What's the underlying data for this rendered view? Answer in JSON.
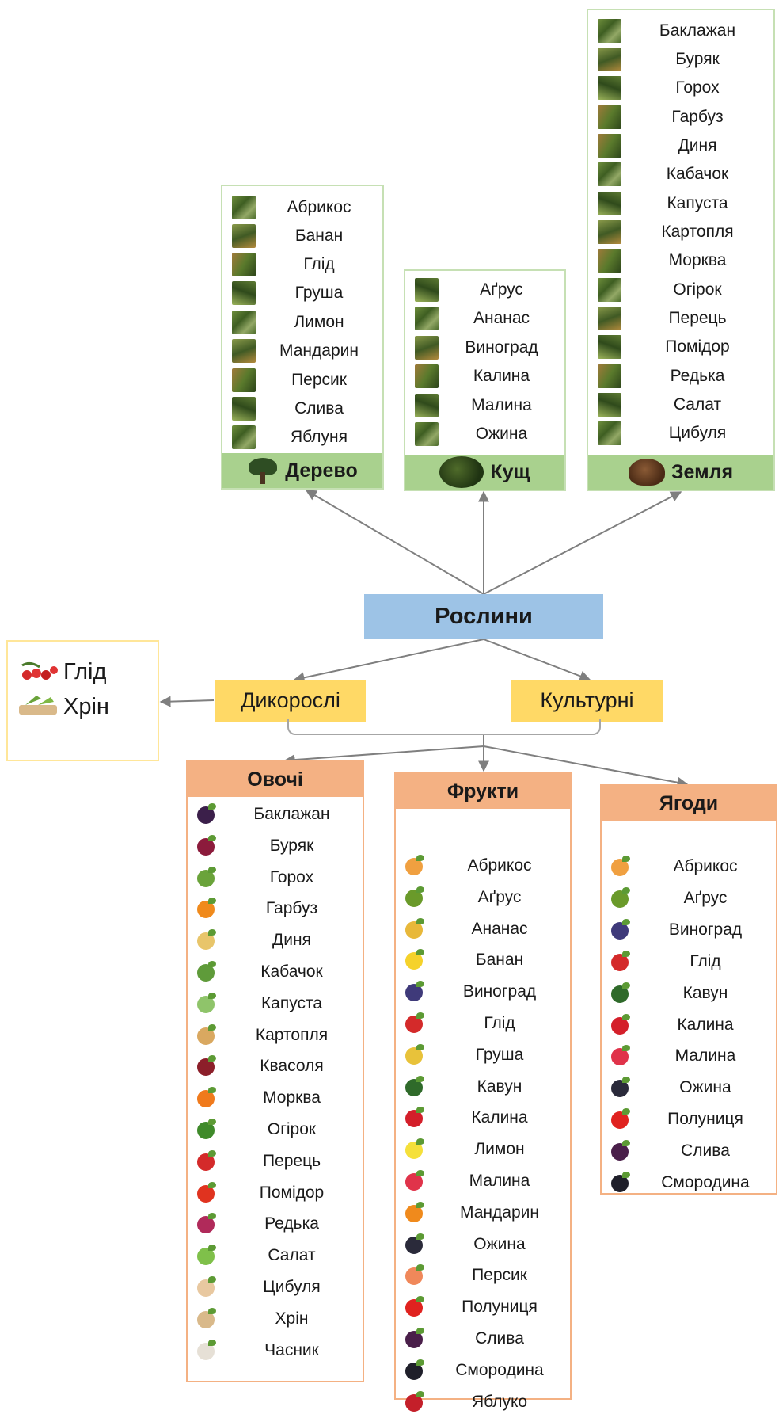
{
  "root": "Рослини",
  "growth": [
    {
      "title": "Дерево",
      "icon": "tree-icon",
      "items": [
        "Абрикос",
        "Банан",
        "Глід",
        "Груша",
        "Лимон",
        "Мандарин",
        "Персик",
        "Слива",
        "Яблуня"
      ]
    },
    {
      "title": "Кущ",
      "icon": "bush-icon",
      "items": [
        "Аґрус",
        "Ананас",
        "Виноград",
        "Калина",
        "Малина",
        "Ожина"
      ]
    },
    {
      "title": "Земля",
      "icon": "soil-icon",
      "items": [
        "Баклажан",
        "Буряк",
        "Горох",
        "Гарбуз",
        "Диня",
        "Кабачок",
        "Капуста",
        "Картопля",
        "Морква",
        "Огірок",
        "Перець",
        "Помідор",
        "Редька",
        "Салат",
        "Цибуля"
      ]
    }
  ],
  "wild": {
    "title": "Дикорослі",
    "items": [
      "Глід",
      "Хрін"
    ]
  },
  "cultivated": {
    "title": "Культурні"
  },
  "categories": [
    {
      "title": "Овочі",
      "items": [
        "Баклажан",
        "Буряк",
        "Горох",
        "Гарбуз",
        "Диня",
        "Кабачок",
        "Капуста",
        "Картопля",
        "Квасоля",
        "Морква",
        "Огірок",
        "Перець",
        "Помідор",
        "Редька",
        "Салат",
        "Цибуля",
        "Хрін",
        "Часник"
      ]
    },
    {
      "title": "Фрукти",
      "items": [
        "Абрикос",
        "Аґрус",
        "Ананас",
        "Банан",
        "Виноград",
        "Глід",
        "Груша",
        "Кавун",
        "Калина",
        "Лимон",
        "Малина",
        "Мандарин",
        "Ожина",
        "Персик",
        "Полуниця",
        "Слива",
        "Смородина",
        "Яблуко"
      ]
    },
    {
      "title": "Ягоди",
      "items": [
        "Абрикос",
        "Аґрус",
        "Виноград",
        "Глід",
        "Кавун",
        "Калина",
        "Малина",
        "Ожина",
        "Полуниця",
        "Слива",
        "Смородина"
      ]
    }
  ],
  "colors": {
    "growth_border": "#c6e0b4",
    "growth_footer": "#a9d18e",
    "root": "#9dc3e6",
    "branch": "#ffd966",
    "category_header": "#f4b183",
    "arrow": "#7f7f7f"
  },
  "icons": {
    "veg": [
      "eggplant-icon",
      "beet-icon",
      "pea-icon",
      "pumpkin-icon",
      "melon-icon",
      "zucchini-icon",
      "cabbage-icon",
      "potato-icon",
      "bean-icon",
      "carrot-icon",
      "cucumber-icon",
      "pepper-icon",
      "tomato-icon",
      "radish-icon",
      "lettuce-icon",
      "onion-icon",
      "horseradish-icon",
      "garlic-icon"
    ],
    "fruit": [
      "apricot-icon",
      "gooseberry-icon",
      "pineapple-icon",
      "banana-icon",
      "grape-icon",
      "hawthorn-icon",
      "pear-icon",
      "watermelon-icon",
      "viburnum-icon",
      "lemon-icon",
      "raspberry-icon",
      "mandarin-icon",
      "blackberry-icon",
      "peach-icon",
      "strawberry-icon",
      "plum-icon",
      "currant-icon",
      "apple-icon"
    ],
    "berry": [
      "apricot-icon",
      "gooseberry-icon",
      "grape-icon",
      "hawthorn-icon",
      "watermelon-icon",
      "viburnum-icon",
      "raspberry-icon",
      "blackberry-icon",
      "strawberry-icon",
      "plum-icon",
      "currant-icon"
    ]
  }
}
